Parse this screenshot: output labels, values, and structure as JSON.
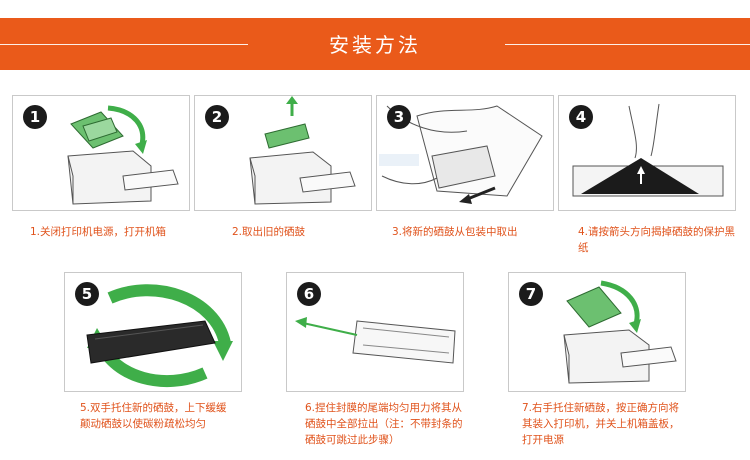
{
  "header": {
    "title": "安装方法"
  },
  "steps": [
    {
      "num": "1",
      "caption": "1.关闭打印机电源，打开机箱"
    },
    {
      "num": "2",
      "caption": "2.取出旧的硒鼓"
    },
    {
      "num": "3",
      "caption": "3.将新的硒鼓从包装中取出"
    },
    {
      "num": "4",
      "caption": "4.请按箭头方向揭掉硒鼓的保护黑纸"
    },
    {
      "num": "5",
      "caption": "5.双手托住新的硒鼓，上下缓缓颠动硒鼓以使碳粉疏松均匀"
    },
    {
      "num": "6",
      "caption": "6.捏住封膜的尾端均匀用力将其从硒鼓中全部拉出（注：不带封条的硒鼓可跳过此步骤）"
    },
    {
      "num": "7",
      "caption": "7.右手托住新硒鼓，按正确方向将其装入打印机，并关上机箱盖板，打开电源"
    }
  ],
  "colors": {
    "accent": "#ea5a1a",
    "caption": "#e0531c",
    "green": "#3fae49"
  }
}
